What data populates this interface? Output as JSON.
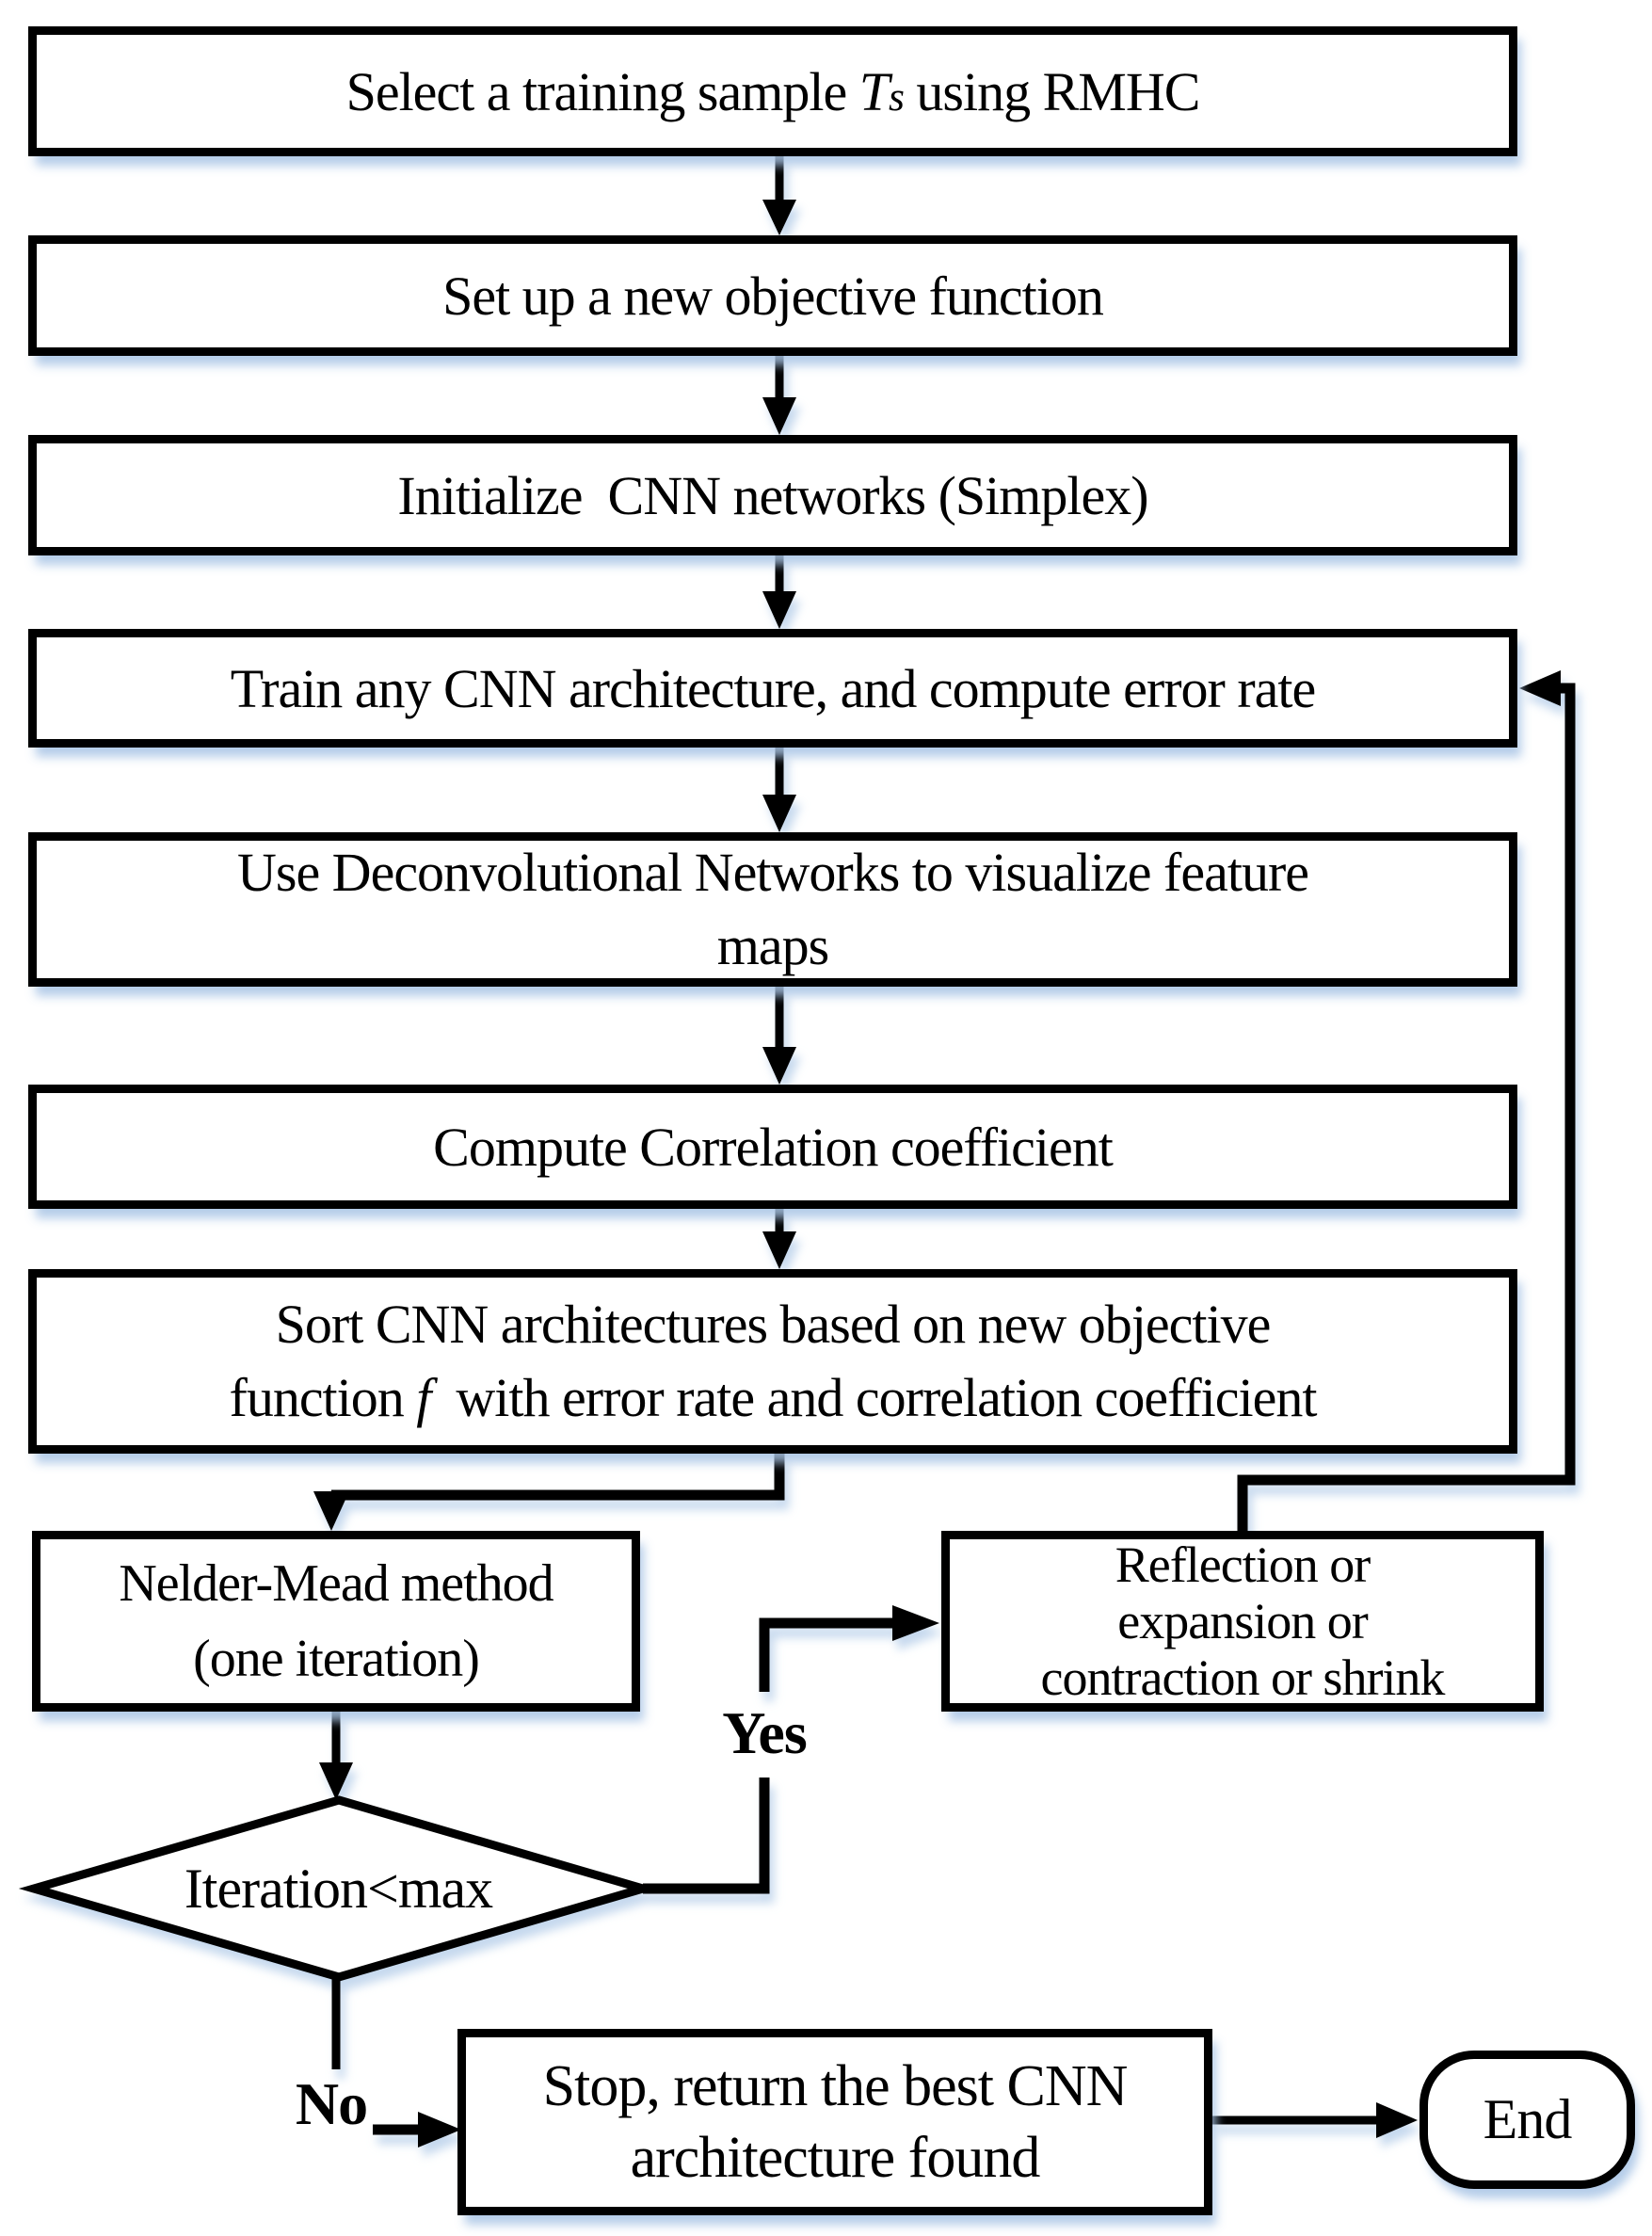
{
  "flowchart": {
    "colors": {
      "border": "#000000",
      "line": "#000000",
      "text": "#000000",
      "shadow": "#b8cfe9",
      "background": "#ffffff"
    },
    "nodes": {
      "select": {
        "type": "process",
        "parts": [
          "Select a training sample ",
          "T",
          "s",
          " using RMHC"
        ]
      },
      "setup": {
        "type": "process",
        "label": "Set up a new objective function"
      },
      "init": {
        "type": "process",
        "label": "Initialize  CNN networks (Simplex)"
      },
      "train": {
        "type": "process",
        "label": "Train any CNN architecture, and compute error rate"
      },
      "deconv": {
        "type": "process",
        "lines": [
          "Use Deconvolutional Networks to visualize feature",
          "maps"
        ]
      },
      "corr": {
        "type": "process",
        "label": "Compute Correlation coefficient"
      },
      "sort": {
        "type": "process",
        "line1": "Sort CNN architectures based on new objective",
        "line2": [
          "function ",
          "f",
          "  with error rate and correlation coefficient"
        ]
      },
      "nelder": {
        "type": "process",
        "lines": [
          "Nelder-Mead method",
          "(one iteration)"
        ]
      },
      "reflect": {
        "type": "process",
        "lines": [
          "Reflection or",
          "expansion or",
          "contraction or shrink"
        ]
      },
      "decision": {
        "type": "decision",
        "label": "Iteration<max"
      },
      "stop": {
        "type": "process",
        "lines": [
          "Stop, return the best CNN",
          "architecture found"
        ]
      },
      "end": {
        "type": "terminator",
        "label": "End"
      }
    },
    "edge_labels": {
      "yes": "Yes",
      "no": "No"
    }
  }
}
